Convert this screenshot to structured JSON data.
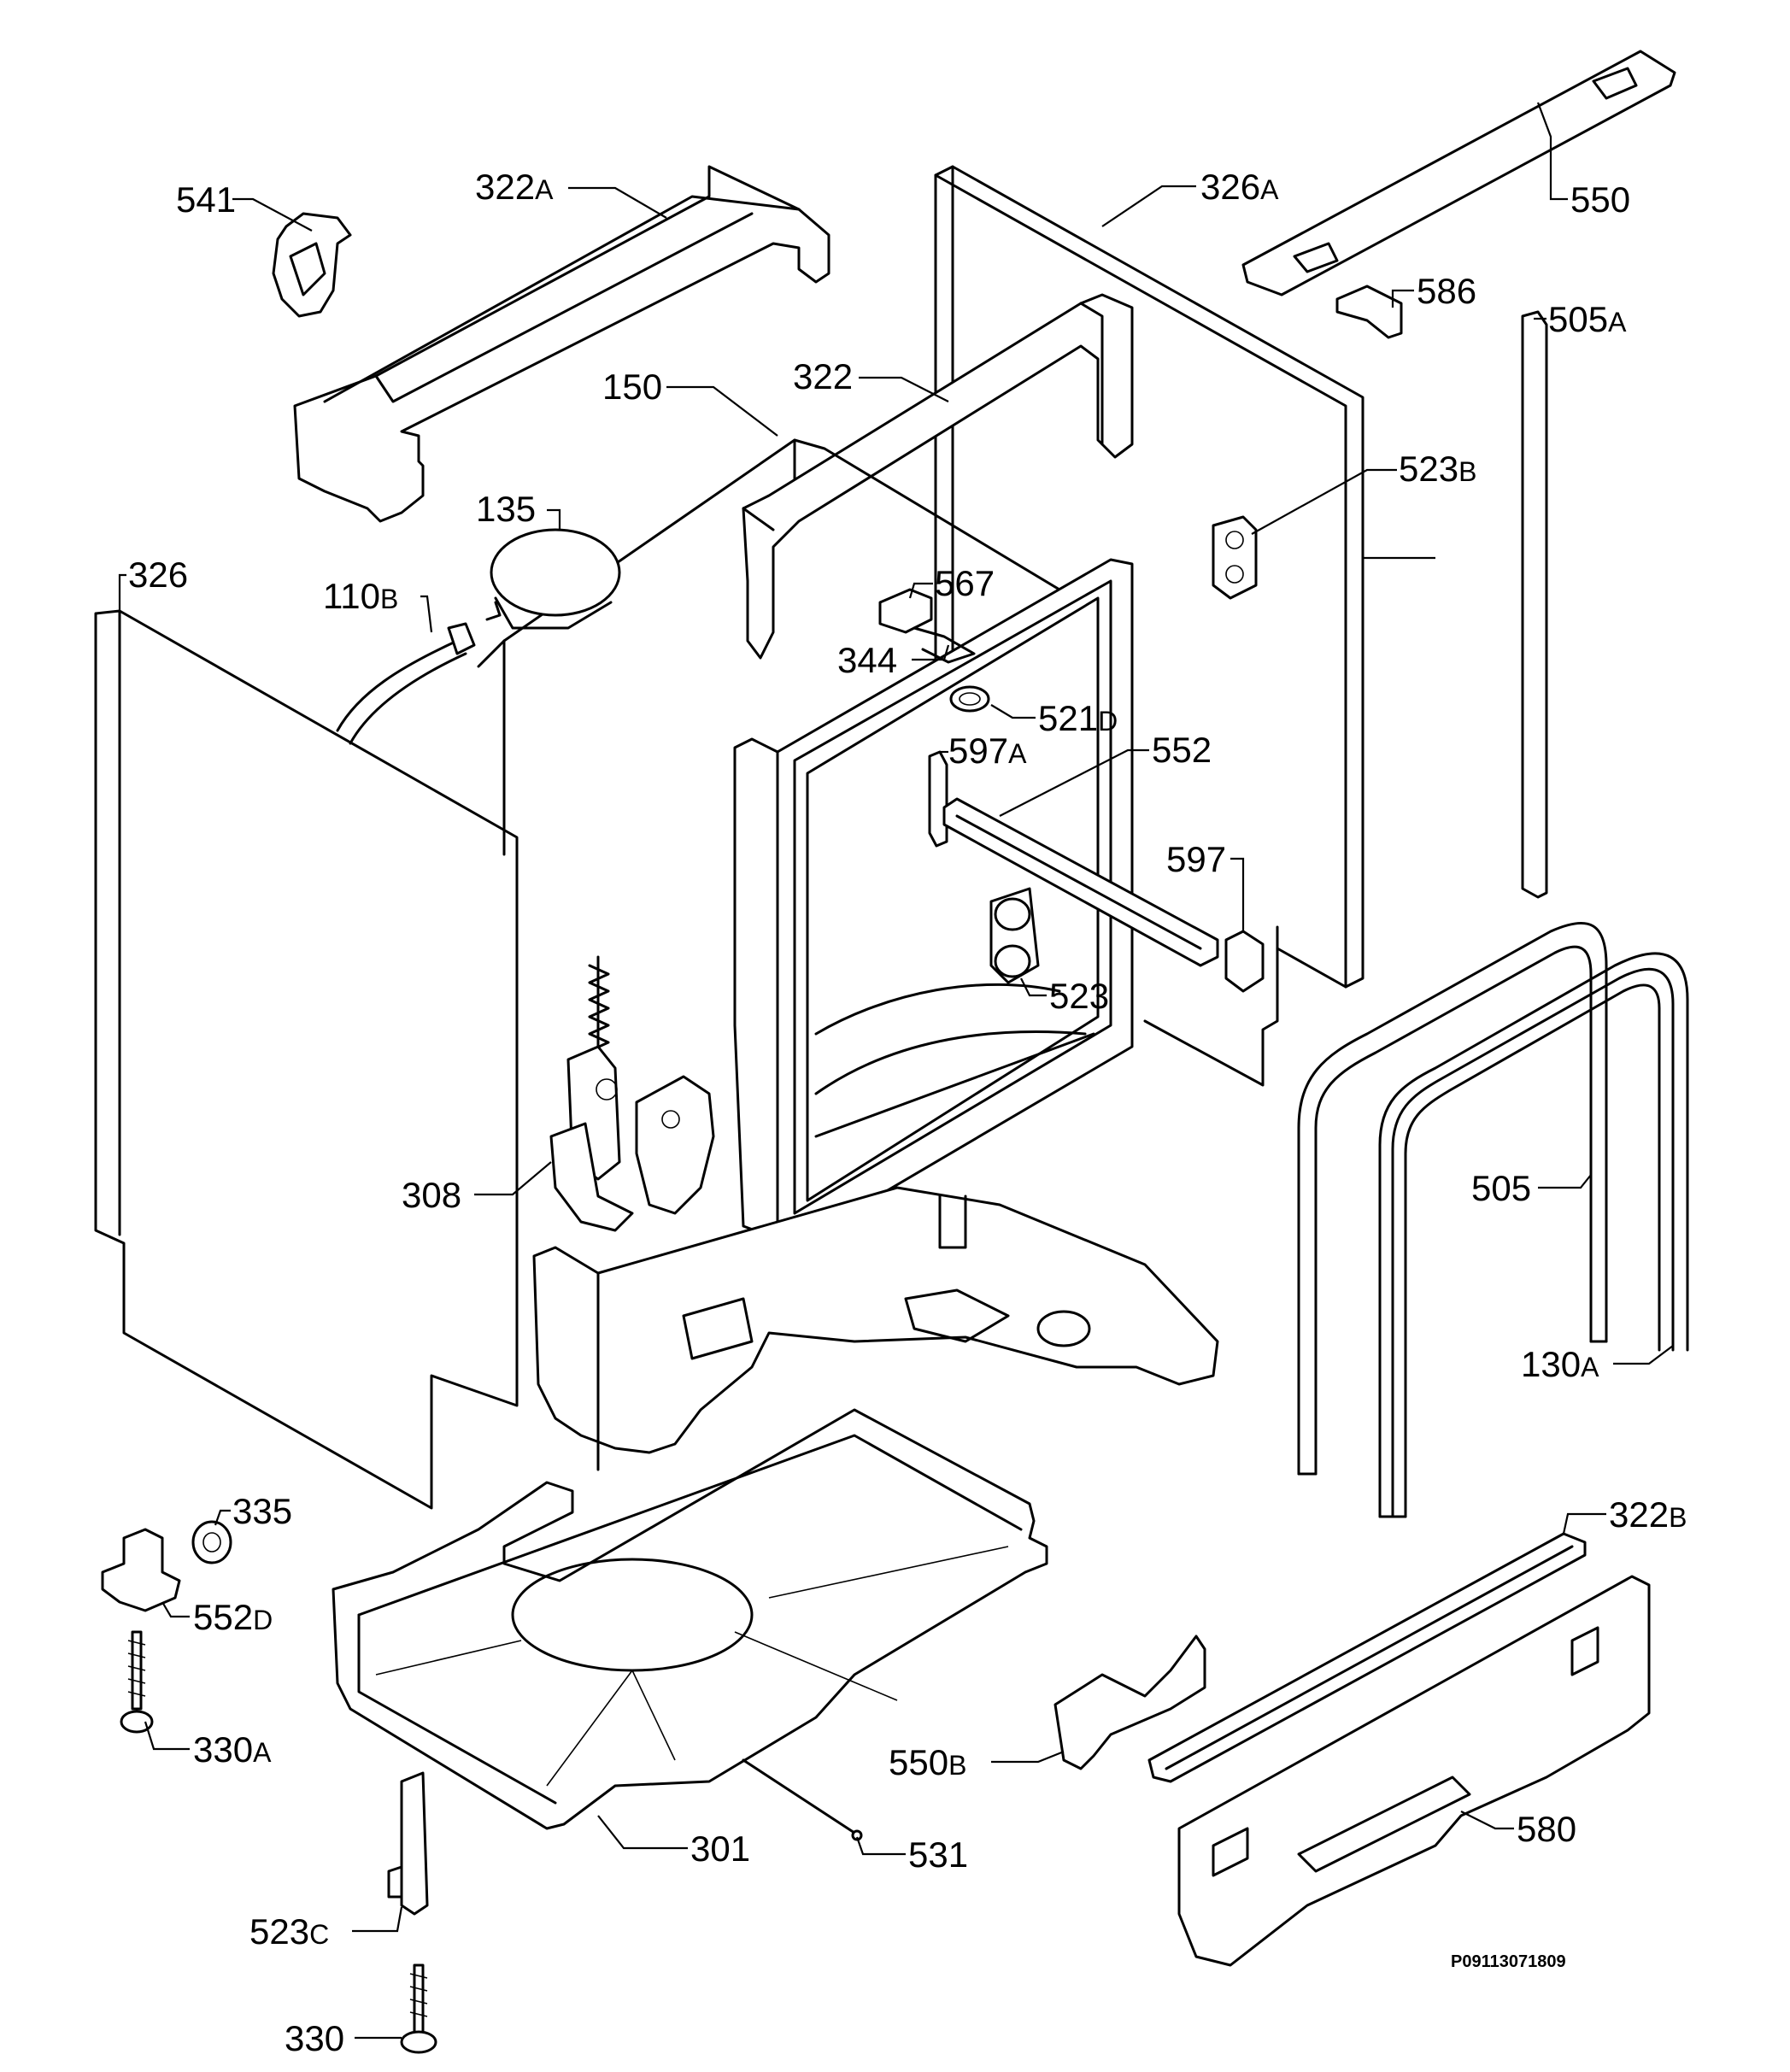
{
  "diagram": {
    "reference_code": "P09113071809",
    "labels": [
      {
        "id": "541",
        "num": "541",
        "suffix": ""
      },
      {
        "id": "322A",
        "num": "322",
        "suffix": "A"
      },
      {
        "id": "326A",
        "num": "326",
        "suffix": "A"
      },
      {
        "id": "550",
        "num": "550",
        "suffix": ""
      },
      {
        "id": "586",
        "num": "586",
        "suffix": ""
      },
      {
        "id": "505A",
        "num": "505",
        "suffix": "A"
      },
      {
        "id": "150",
        "num": "150",
        "suffix": ""
      },
      {
        "id": "322",
        "num": "322",
        "suffix": ""
      },
      {
        "id": "523B",
        "num": "523",
        "suffix": "B"
      },
      {
        "id": "135",
        "num": "135",
        "suffix": ""
      },
      {
        "id": "326",
        "num": "326",
        "suffix": ""
      },
      {
        "id": "110B",
        "num": "110",
        "suffix": "B"
      },
      {
        "id": "567",
        "num": "567",
        "suffix": ""
      },
      {
        "id": "344",
        "num": "344",
        "suffix": ""
      },
      {
        "id": "521D",
        "num": "521",
        "suffix": "D"
      },
      {
        "id": "597A",
        "num": "597",
        "suffix": "A"
      },
      {
        "id": "552",
        "num": "552",
        "suffix": ""
      },
      {
        "id": "597",
        "num": "597",
        "suffix": ""
      },
      {
        "id": "523",
        "num": "523",
        "suffix": ""
      },
      {
        "id": "308",
        "num": "308",
        "suffix": ""
      },
      {
        "id": "505",
        "num": "505",
        "suffix": ""
      },
      {
        "id": "130A",
        "num": "130",
        "suffix": "A"
      },
      {
        "id": "335",
        "num": "335",
        "suffix": ""
      },
      {
        "id": "552D",
        "num": "552",
        "suffix": "D"
      },
      {
        "id": "322B",
        "num": "322",
        "suffix": "B"
      },
      {
        "id": "330A",
        "num": "330",
        "suffix": "A"
      },
      {
        "id": "550B",
        "num": "550",
        "suffix": "B"
      },
      {
        "id": "580",
        "num": "580",
        "suffix": ""
      },
      {
        "id": "301",
        "num": "301",
        "suffix": ""
      },
      {
        "id": "531",
        "num": "531",
        "suffix": ""
      },
      {
        "id": "523C",
        "num": "523",
        "suffix": "C"
      },
      {
        "id": "330",
        "num": "330",
        "suffix": ""
      }
    ]
  }
}
